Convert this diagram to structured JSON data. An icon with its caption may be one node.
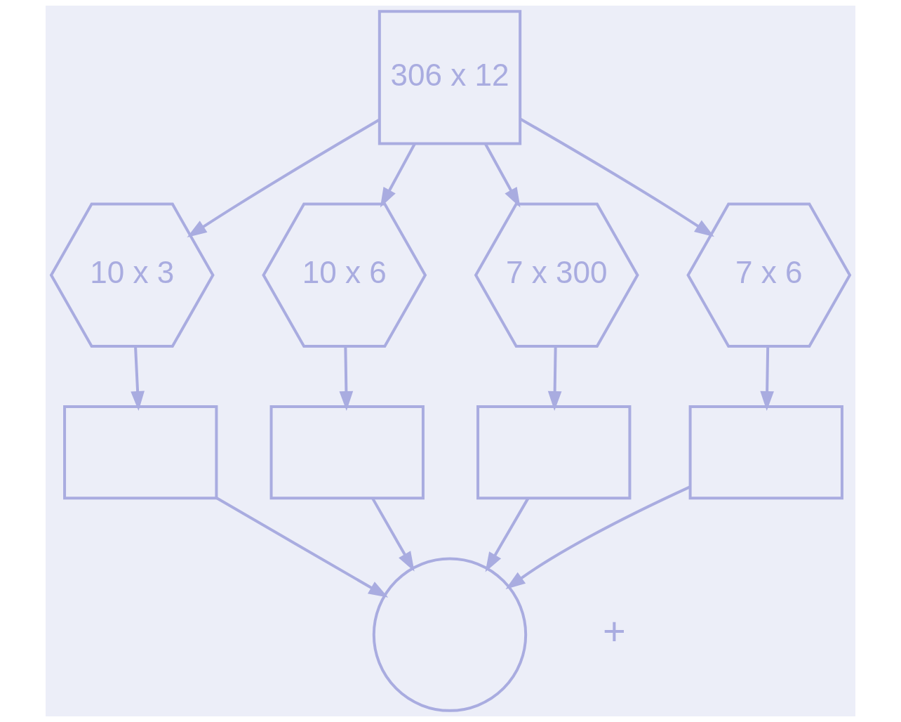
{
  "diagram": {
    "nodes": [
      {
        "text": [
          "306 x 12"
        ]
      },
      {
        "text": [
          "10 x 3"
        ]
      },
      {
        "text": [
          "10 x 6"
        ]
      },
      {
        "text": [
          "7 x 300"
        ]
      },
      {
        "text": [
          "7 x 6"
        ]
      },
      {
        "text": [],
        "shape": "box"
      },
      {
        "text": [],
        "shape": "box"
      },
      {
        "text": [],
        "shape": "box"
      },
      {
        "text": [],
        "shape": "box"
      },
      {
        "text": [],
        "shape": "circle"
      }
    ],
    "edges": [
      {
        "from": 0,
        "to": 1,
        "arrow": "to"
      },
      {
        "from": 0,
        "to": 2,
        "arrow": "to"
      },
      {
        "from": 0,
        "to": 3,
        "arrow": "to"
      },
      {
        "from": 0,
        "to": 4,
        "arrow": "to"
      },
      {
        "from": 1,
        "to": 5,
        "arrow": "to"
      },
      {
        "from": 2,
        "to": 6,
        "arrow": "to"
      },
      {
        "from": 3,
        "to": 7,
        "arrow": "to"
      },
      {
        "from": 4,
        "to": 8,
        "arrow": "to"
      },
      {
        "from": 5,
        "to": 9,
        "arrow": "to"
      },
      {
        "from": 6,
        "to": 9,
        "arrow": "to"
      },
      {
        "from": 7,
        "to": 9,
        "arrow": "to"
      },
      {
        "from": 8,
        "to": 9,
        "arrow": "to"
      }
    ],
    "labels": [
      "+"
    ]
  }
}
